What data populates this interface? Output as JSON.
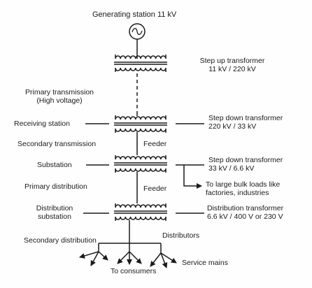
{
  "title": "Generating station 11 kV",
  "left_labels": {
    "primary_transmission": [
      "Primary transmission",
      "(High voltage)"
    ],
    "receiving_station": "Receiving station",
    "secondary_transmission": "Secondary transmission",
    "substation": "Substation",
    "primary_distribution": "Primary distribution",
    "distribution_substation": [
      "Distribution",
      "substation"
    ],
    "secondary_distribution": "Secondary distribution"
  },
  "right_labels": {
    "step_up": [
      "Step up transformer",
      "11 kV / 220 kV"
    ],
    "step_down_1": [
      "Step down transformer",
      "220 kV / 33 kV"
    ],
    "step_down_2": [
      "Step down transformer",
      "33 kV / 6.6 kV"
    ],
    "bulk_loads": [
      "To large bulk loads like",
      "factories, industries"
    ],
    "distribution_transformer": [
      "Distribution transformer",
      "6.6 kV / 400 V or 230 V"
    ]
  },
  "center_labels": {
    "feeder_1": "Feeder",
    "feeder_2": "Feeder",
    "distributors": "Distributors",
    "to_consumers": "To consumers",
    "service_mains": "Service mains"
  },
  "icons": {
    "generator": "ac-source-icon",
    "transformer": "transformer-icon",
    "arrow": "arrow-icon"
  },
  "colors": {
    "ink": "#1a1a1a",
    "background": "#fefefe"
  }
}
